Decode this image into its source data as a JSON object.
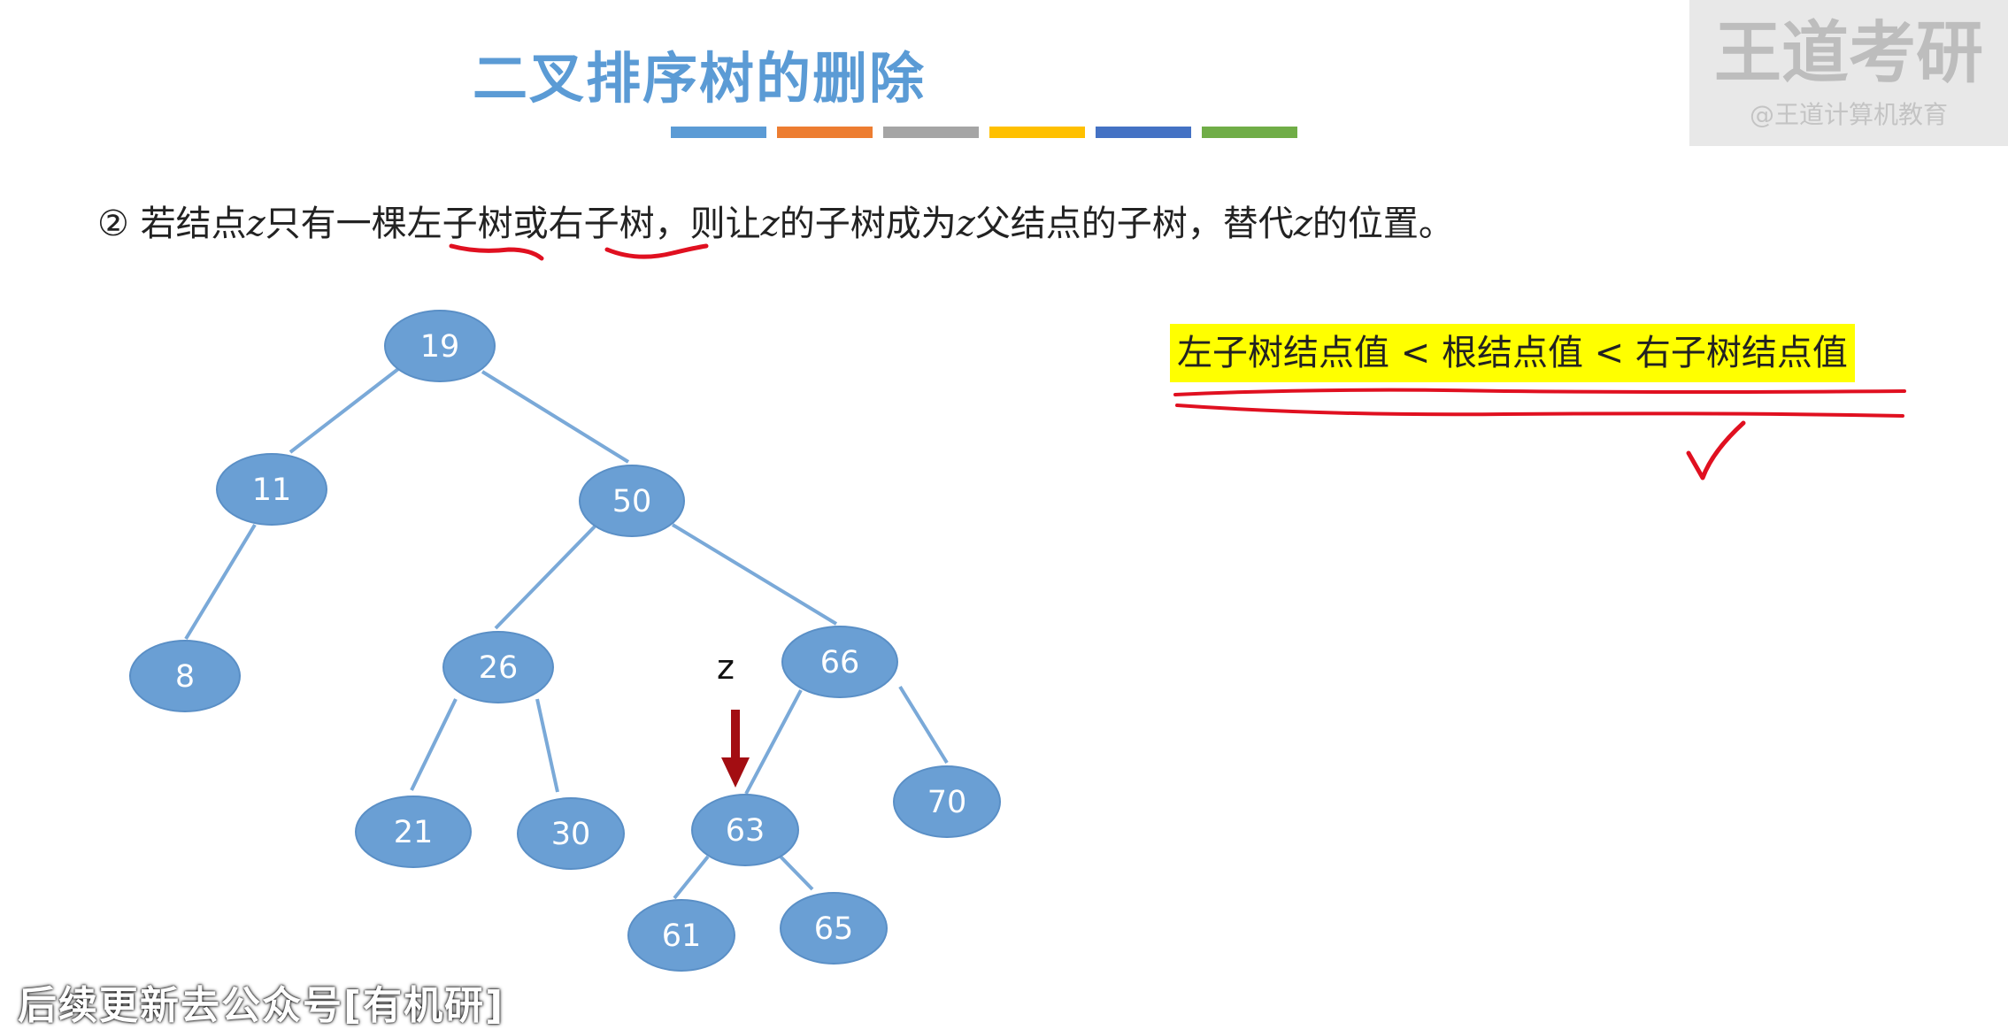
{
  "slide": {
    "title": "二叉排序树的删除",
    "title_bar_colors": [
      "#5b9bd5",
      "#ed7d31",
      "#a5a5a5",
      "#ffc000",
      "#4472c4",
      "#70ad47"
    ],
    "rule": {
      "marker": "②",
      "part1": " 若结点",
      "z1": "z",
      "part2": "只有一棵",
      "left_subtree": "左子树",
      "or": "或",
      "right_subtree": "右子树",
      "part3": "，则让",
      "z2": "z",
      "part4": "的子树成为",
      "z3": "z",
      "part5": "父结点的子树，替代",
      "z4": "z",
      "part6": "的位置。"
    },
    "property_note": "左子树结点值 < 根结点值 < 右子树结点值",
    "pointer_label": "z"
  },
  "tree": {
    "node_color": "#6a9fd4",
    "edge_color": "#7aa9d8",
    "arrow_color": "#a30d12",
    "annotation_color": "#e01020",
    "highlight_color": "#ffff00",
    "nodes": {
      "n19": "19",
      "n11": "11",
      "n50": "50",
      "n8": "8",
      "n26": "26",
      "n66": "66",
      "n21": "21",
      "n30": "30",
      "n63": "63",
      "n70": "70",
      "n61": "61",
      "n65": "65"
    },
    "edges": [
      [
        "19",
        "11"
      ],
      [
        "19",
        "50"
      ],
      [
        "11",
        "8"
      ],
      [
        "50",
        "26"
      ],
      [
        "50",
        "66"
      ],
      [
        "26",
        "21"
      ],
      [
        "26",
        "30"
      ],
      [
        "66",
        "63"
      ],
      [
        "66",
        "70"
      ],
      [
        "63",
        "61"
      ],
      [
        "63",
        "65"
      ]
    ],
    "deleted_node": "63"
  },
  "watermarks": {
    "top_right_main": "王道考研",
    "top_right_sub": "@王道计算机教育",
    "bottom_left": "后续更新去公众号[有机研]"
  }
}
